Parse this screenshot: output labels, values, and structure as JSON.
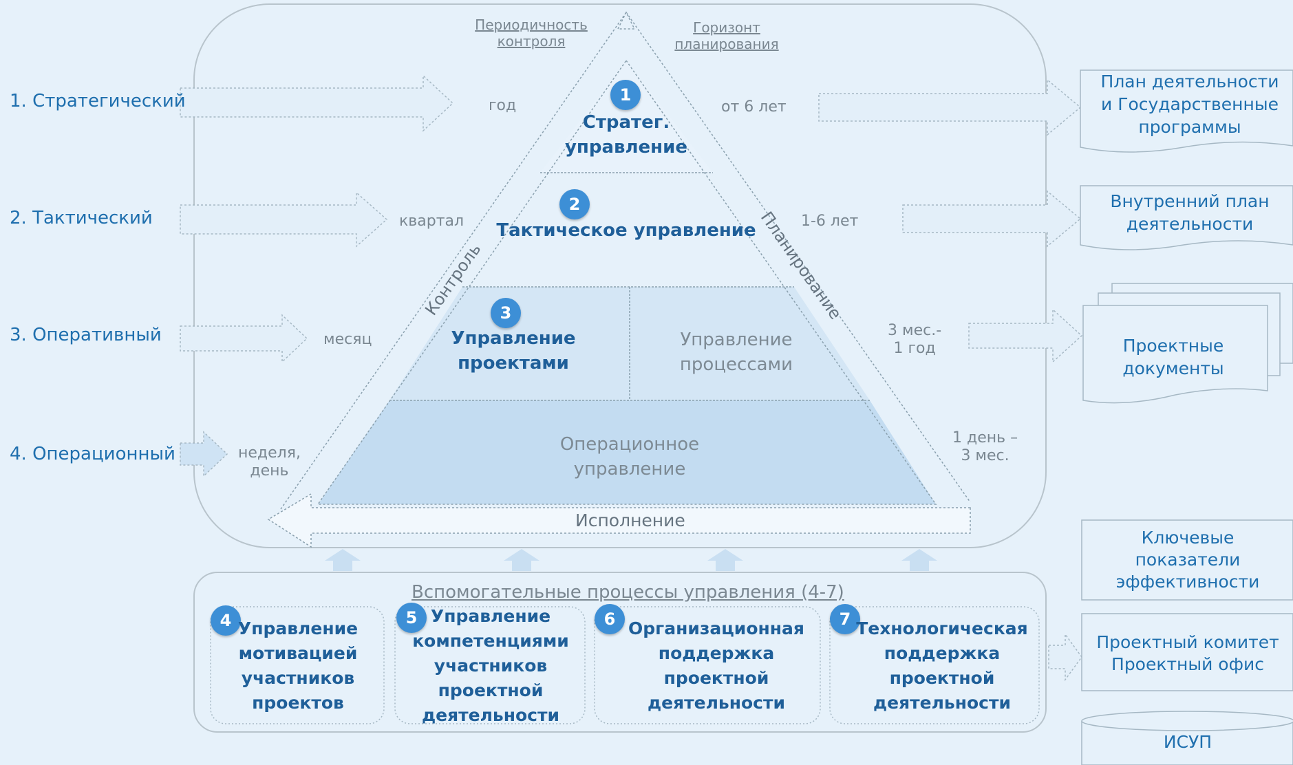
{
  "levels": [
    {
      "label": "1. Стратегический",
      "period": "год",
      "horizon": "от 6 лет"
    },
    {
      "label": "2. Тактический",
      "period": "квартал",
      "horizon": "1-6 лет"
    },
    {
      "label": "3. Оперативный",
      "period": "месяц",
      "horizon_line1": "3 мес.-",
      "horizon_line2": "1 год"
    },
    {
      "label": "4. Операционный",
      "period_line1": "неделя,",
      "period_line2": "день",
      "horizon_line1": "1 день –",
      "horizon_line2": "3 мес."
    }
  ],
  "headers": {
    "control_line1": "Периодичность",
    "control_line2": "контроля",
    "planning_line1": "Горизонт",
    "planning_line2": "планирования"
  },
  "pyramid": {
    "strategic_line1": "Стратег.",
    "strategic_line2": "управление",
    "tactical": "Тактическое управление",
    "projects_line1": "Управление",
    "projects_line2": "проектами",
    "processes_line1": "Управление",
    "processes_line2": "процессами",
    "operational_line1": "Операционное",
    "operational_line2": "управление",
    "control_side": "Контроль",
    "planning_side": "Планирование",
    "execution": "Исполнение"
  },
  "badges": [
    "1",
    "2",
    "3",
    "4",
    "5",
    "6",
    "7"
  ],
  "support": {
    "title": "Вспомогательные процессы управления (4-7)",
    "items": [
      {
        "lines": [
          "Управление",
          "мотивацией",
          "участников",
          "проектов"
        ]
      },
      {
        "lines": [
          "Управление",
          "компетенциями",
          "участников",
          "проектной",
          "деятельности"
        ]
      },
      {
        "lines": [
          "Организационная",
          "поддержка",
          "проектной",
          "деятельности"
        ]
      },
      {
        "lines": [
          "Технологическая",
          "поддержка",
          "проектной",
          "деятельности"
        ]
      }
    ]
  },
  "outputs": {
    "plan": [
      "План деятельности",
      "и Государственные",
      "программы"
    ],
    "internal": [
      "Внутренний план",
      "деятельности"
    ],
    "project_docs": [
      "Проектные",
      "документы"
    ],
    "kpi": [
      "Ключевые",
      "показатели",
      "эффективности"
    ],
    "committee": [
      "Проектный комитет",
      "Проектный офис"
    ],
    "isup": "ИСУП"
  },
  "colors": {
    "background": "#e6f1fa",
    "accent": "#1f6fae",
    "badge": "#3d8fd6",
    "fill_light": "#d4e6f5",
    "fill_mid": "#c3dcf1"
  }
}
